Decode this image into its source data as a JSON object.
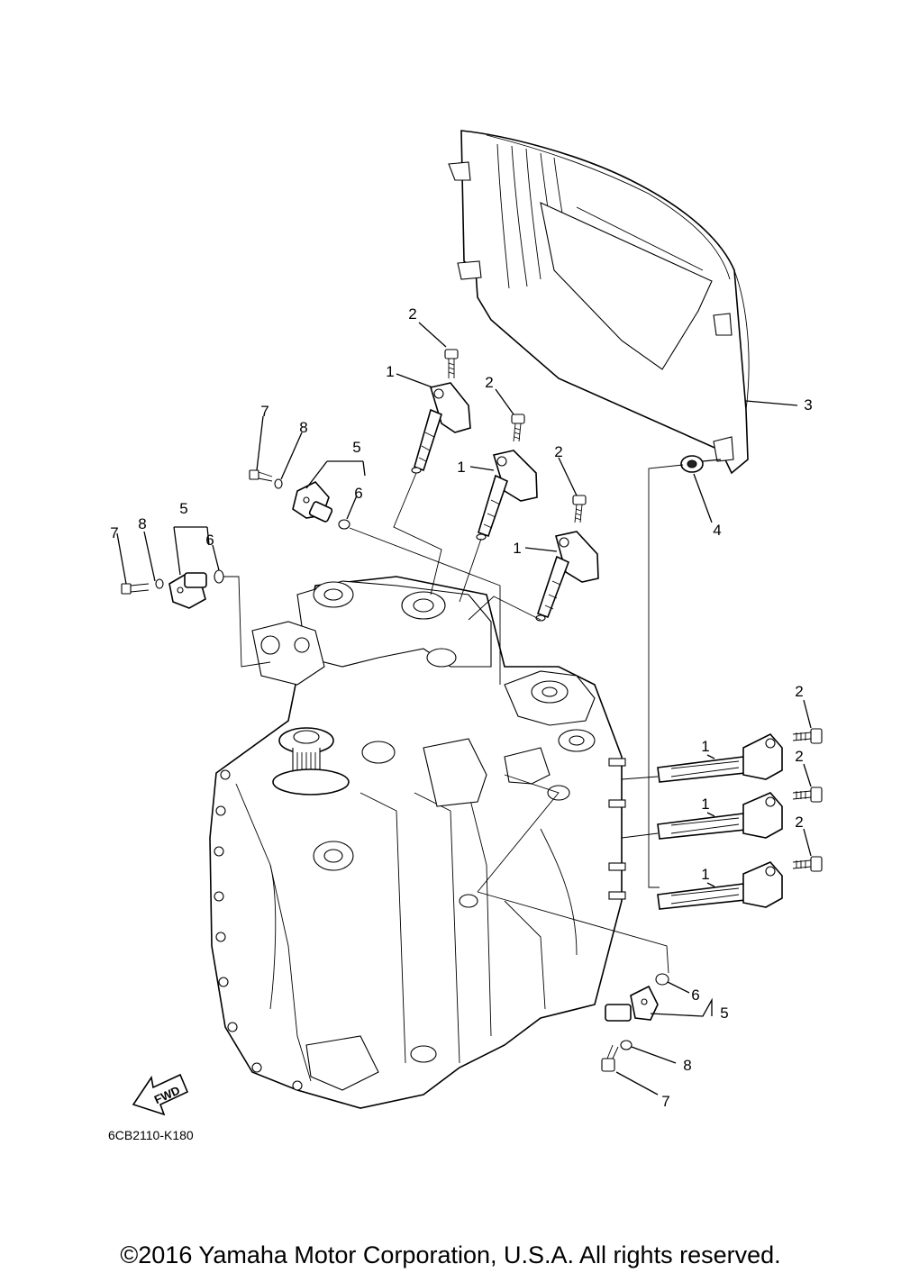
{
  "figure_code": "6CB2110-K180",
  "fwd_label": "FWD",
  "copyright": "©2016 Yamaha Motor Corporation, U.S.A. All rights reserved.",
  "callouts": {
    "c_2_top": "2",
    "c_1_top": "1",
    "c_2_mid": "2",
    "c_3": "3",
    "c_7_a": "7",
    "c_8_a": "8",
    "c_5_a": "5",
    "c_6_a": "6",
    "c_1_mid": "1",
    "c_2_right_coil": "2",
    "c_4": "4",
    "c_7_b": "7",
    "c_8_b": "8",
    "c_5_b": "5",
    "c_6_b": "6",
    "c_1_low": "1",
    "c_2_side_a": "2",
    "c_1_side_a": "1",
    "c_2_side_b": "2",
    "c_1_side_b": "1",
    "c_2_side_c": "2",
    "c_1_side_c": "1",
    "c_6_c": "6",
    "c_5_c": "5",
    "c_8_c": "8",
    "c_7_c": "7"
  }
}
